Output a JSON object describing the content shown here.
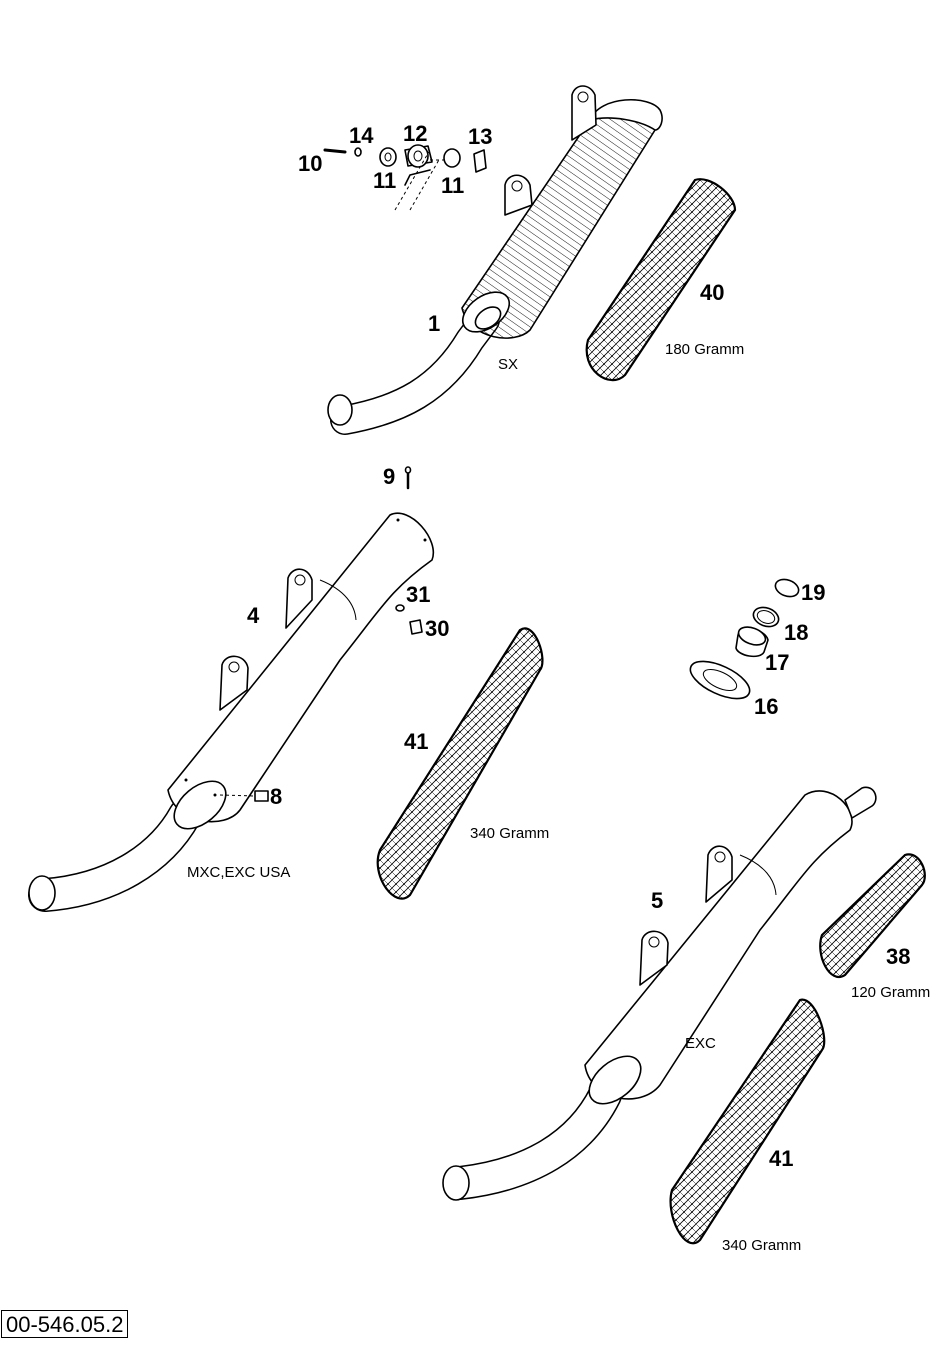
{
  "drawing_number": "00-546.05.2",
  "callouts": {
    "c1": "1",
    "c4": "4",
    "c5": "5",
    "c8": "8",
    "c9": "9",
    "c10": "10",
    "c11a": "11",
    "c11b": "11",
    "c12": "12",
    "c13": "13",
    "c14": "14",
    "c16": "16",
    "c17": "17",
    "c18": "18",
    "c19": "19",
    "c30": "30",
    "c31": "31",
    "c38": "38",
    "c40": "40",
    "c41a": "41",
    "c41b": "41"
  },
  "notes": {
    "sx": "SX",
    "mxc": "MXC,EXC USA",
    "exc": "EXC",
    "w180": "180 Gramm",
    "w340a": "340 Gramm",
    "w120": "120 Gramm",
    "w340b": "340 Gramm"
  }
}
